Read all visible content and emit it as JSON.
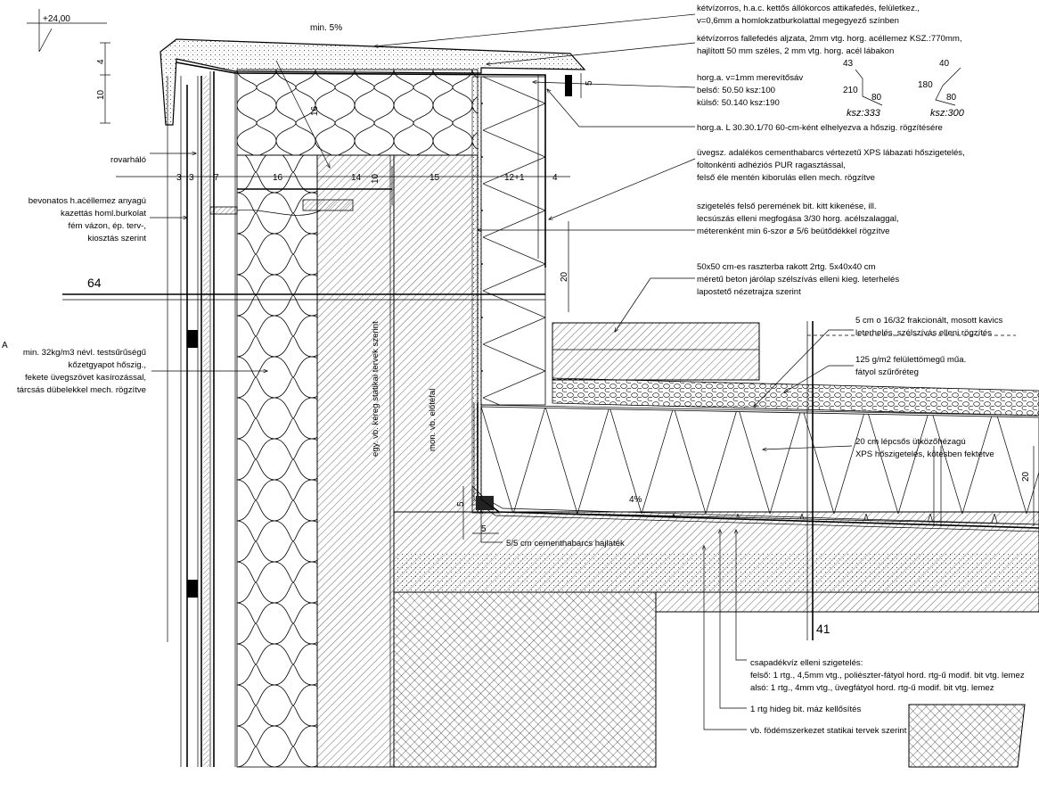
{
  "level": {
    "value": "+24,00"
  },
  "slope_top": "min. 5%",
  "slope_roof": "4%",
  "labels": {
    "attic_cap": [
      "kétvízorros, h.a.c. kettős állókorcos attikafedés, felületkez.,",
      "v=0,6mm a homlokzatburkolattal megegyező színben"
    ],
    "wall_cap_base": [
      "kétvízorros fallefedés aljzata, 2mm vtg. horg. acéllemez KSZ.:770mm,",
      "hajlított 50 mm széles, 2 mm vtg. horg. acél lábakon"
    ],
    "stiffener": [
      "horg.a. v=1mm merevítősáv",
      "belső: 50.50  ksz:100",
      "külső: 50.140  ksz:190"
    ],
    "angle": "horg.a. L 30.30.1/70 60-cm-ként elhelyezva a hőszig. rögzítésére",
    "xps_base": [
      "üvegsz. adalékos cementhabarcs vértezetű XPS lábazati hőszigetelés,",
      "foltonkénti adhéziós PUR ragasztással,",
      "felső éle mentén kiborulás ellen mech. rögzítve"
    ],
    "insul_top": [
      "szigetelés felső peremének bit. kitt kikenése, ill.",
      "lecsúszás elleni megfogása 3/30 horg. acélszalaggal,",
      "méterenként min 6-szor   ø 5/6 beütődékkel rögzítve"
    ],
    "pavers": [
      "50x50 cm-es raszterba rakott  2rtg. 5x40x40 cm",
      "méretű beton járólap szélszívás elleni kieg. leterhelés",
      "lapostető nézetrajza szerint"
    ],
    "gravel": [
      "5 cm o 16/32 frakcionált, mosott kavics",
      "leterhelés, szélszívás elleni rögzítés"
    ],
    "fleece": [
      "125 g/m2 felülettömegű műa.",
      "fátyol szűrőréteg"
    ],
    "xps_roof": [
      "20 cm lépcsős ütközőhézagú",
      "XPS hőszigetelés, kötésben fektetve"
    ],
    "fillet": "5/5 cm cementhabarcs hajlaték",
    "waterproof": [
      "csapadékvíz elleni szigetelés:",
      "felső: 1 rtg., 4,5mm vtg., poliészter-fátyol hord. rtg-ű modif. bit vtg. lemez",
      "alsó: 1 rtg., 4mm vtg., üvegfátyol hord. rtg-ű modif. bit vtg. lemez"
    ],
    "primer": "1 rtg hideg bit. máz kellősítés",
    "slab": "vb. födémszerkezet statikai tervek szerint",
    "insect_mesh": "rovarháló",
    "cladding": [
      "bevonatos h.acéllemez anyagú",
      "kazettás homl.burkolat",
      "fém vázon, ép. terv-,",
      "kiosztás szerint"
    ],
    "mineral_wool": [
      "min. 32kg/m3 névl. testsűrűségű",
      "kőzetgyapot hőszig.,",
      "fekete üvegszövet kasírozással,",
      "tárcsás dübelekkel mech. rögzítve"
    ],
    "vert_wall": "egy. vb. kéreg statikai tervek szerint",
    "vert_upstand": "mon. vb. előtéfal"
  },
  "section_marks": {
    "left": "64",
    "bottom": "41",
    "small": "A"
  },
  "cap_detail": {
    "left": {
      "a": "43",
      "b": "210",
      "c": "80",
      "ksz": "ksz:333"
    },
    "right": {
      "a": "40",
      "b": "180",
      "c": "80",
      "ksz": "ksz:300"
    }
  },
  "dims": {
    "v_4": "4",
    "v_10a": "10",
    "v_16": "16",
    "v_5": "5",
    "v_10b": "10",
    "v_20a": "20",
    "v_20b": "20",
    "v_5b": "5",
    "v_5c": "5",
    "h_row": [
      "3",
      "3",
      "7",
      "16",
      "14",
      "15",
      "12+1",
      "4"
    ]
  }
}
